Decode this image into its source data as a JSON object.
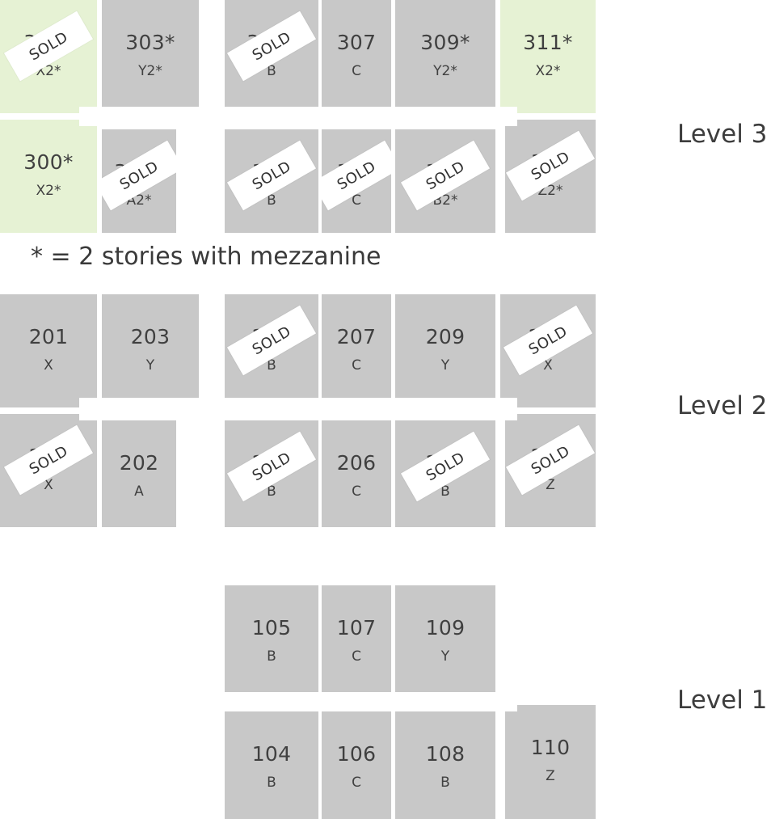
{
  "colors": {
    "unit_gray": "#c8c8c8",
    "unit_available": "#e6f2d4",
    "sold_tag": "#ffffff",
    "text": "#404040"
  },
  "legend": "* = 2 stories with mezzanine",
  "sold_label": "SOLD",
  "levels": [
    {
      "label": "Level 3",
      "units": [
        {
          "num": "301*",
          "type": "X2*",
          "status": "sold",
          "highlight": true
        },
        {
          "num": "303*",
          "type": "Y2*",
          "status": "available"
        },
        {
          "num": "305*",
          "type": "B",
          "status": "sold"
        },
        {
          "num": "307",
          "type": "C",
          "status": "available"
        },
        {
          "num": "309*",
          "type": "Y2*",
          "status": "available"
        },
        {
          "num": "311*",
          "type": "X2*",
          "status": "available",
          "highlight": true
        },
        {
          "num": "300*",
          "type": "X2*",
          "status": "available",
          "highlight": true
        },
        {
          "num": "302*",
          "type": "A2*",
          "status": "sold"
        },
        {
          "num": "304",
          "type": "B",
          "status": "sold"
        },
        {
          "num": "306",
          "type": "C",
          "status": "sold"
        },
        {
          "num": "308",
          "type": "B2*",
          "status": "sold"
        },
        {
          "num": "310",
          "type": "Z2*",
          "status": "sold"
        }
      ]
    },
    {
      "label": "Level 2",
      "units": [
        {
          "num": "201",
          "type": "X",
          "status": "available"
        },
        {
          "num": "203",
          "type": "Y",
          "status": "available"
        },
        {
          "num": "205",
          "type": "B",
          "status": "sold"
        },
        {
          "num": "207",
          "type": "C",
          "status": "available"
        },
        {
          "num": "209",
          "type": "Y",
          "status": "available"
        },
        {
          "num": "211",
          "type": "X",
          "status": "sold"
        },
        {
          "num": "200",
          "type": "X",
          "status": "sold"
        },
        {
          "num": "202",
          "type": "A",
          "status": "available"
        },
        {
          "num": "204",
          "type": "B",
          "status": "sold"
        },
        {
          "num": "206",
          "type": "C",
          "status": "available"
        },
        {
          "num": "208",
          "type": "B",
          "status": "sold"
        },
        {
          "num": "210",
          "type": "Z",
          "status": "sold"
        }
      ]
    },
    {
      "label": "Level 1",
      "units": [
        {
          "num": "105",
          "type": "B",
          "status": "available"
        },
        {
          "num": "107",
          "type": "C",
          "status": "available"
        },
        {
          "num": "109",
          "type": "Y",
          "status": "available"
        },
        {
          "num": "104",
          "type": "B",
          "status": "available"
        },
        {
          "num": "106",
          "type": "C",
          "status": "available"
        },
        {
          "num": "108",
          "type": "B",
          "status": "available"
        },
        {
          "num": "110",
          "type": "Z",
          "status": "available"
        }
      ]
    }
  ]
}
